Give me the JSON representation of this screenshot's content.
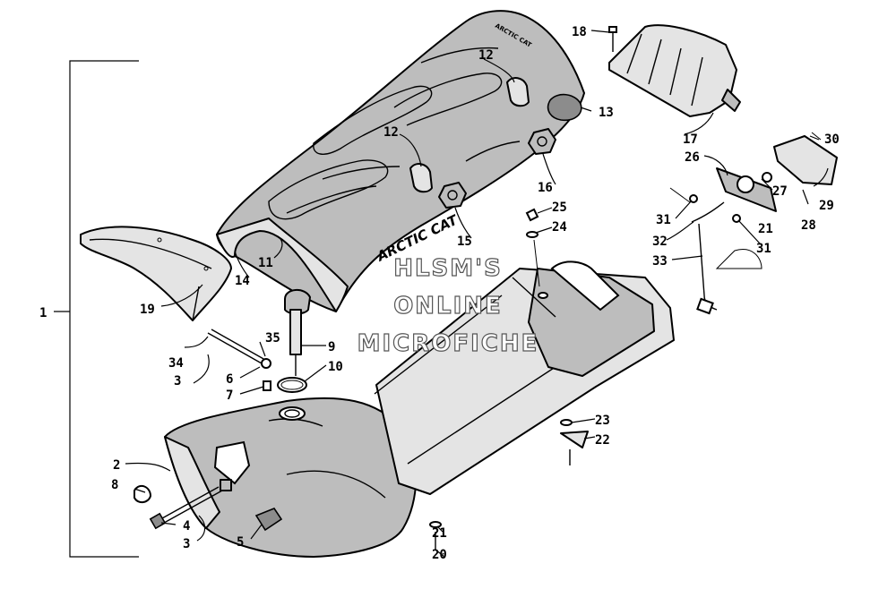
{
  "callouts": {
    "c1": "1",
    "c2": "2",
    "c3a": "3",
    "c3b": "3",
    "c4": "4",
    "c5": "5",
    "c6": "6",
    "c7": "7",
    "c8": "8",
    "c9": "9",
    "c10": "10",
    "c11": "11",
    "c12a": "12",
    "c12b": "12",
    "c13": "13",
    "c14": "14",
    "c15": "15",
    "c16": "16",
    "c17": "17",
    "c18": "18",
    "c19": "19",
    "c20": "20",
    "c21a": "21",
    "c21b": "21",
    "c22": "22",
    "c23": "23",
    "c24": "24",
    "c25": "25",
    "c26": "26",
    "c27": "27",
    "c28": "28",
    "c29": "29",
    "c30": "30",
    "c31a": "31",
    "c31b": "31",
    "c32": "32",
    "c33": "33",
    "c34": "34",
    "c35": "35"
  },
  "seat_brand_text": "ARCTIC CAT",
  "seat_brand_small": "ARCTIC CAT",
  "watermark": {
    "line1": "HLSM'S",
    "line2": "ONLINE",
    "line3": "MICROFICHE"
  }
}
